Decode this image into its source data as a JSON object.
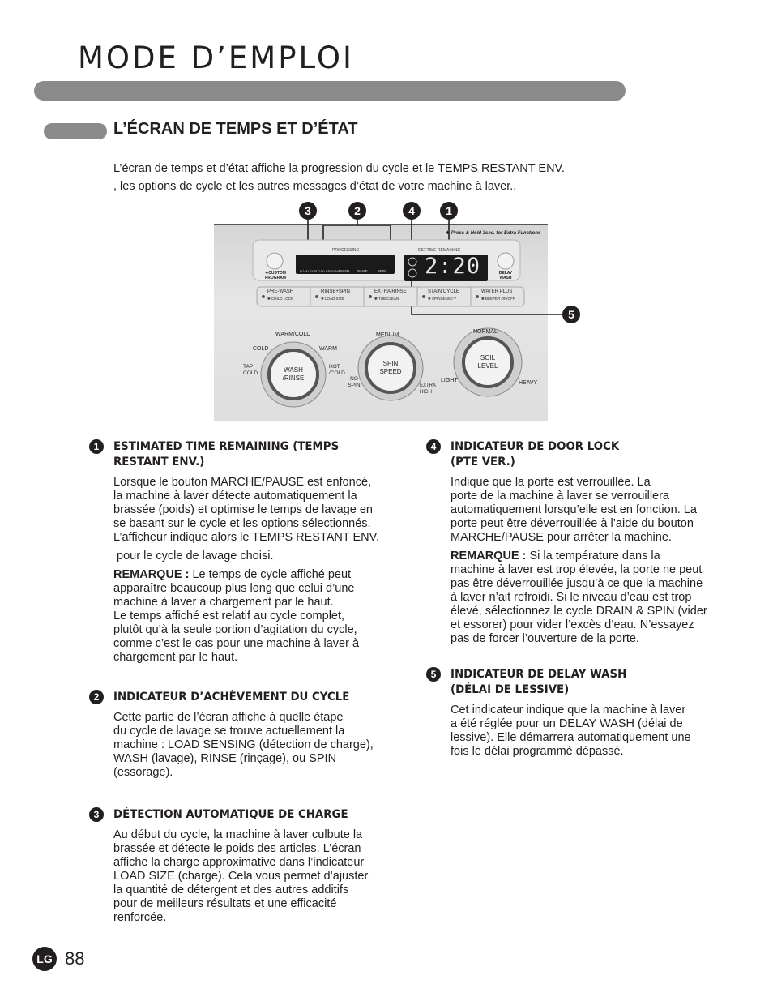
{
  "header": {
    "title": "MODE D’EMPLOI"
  },
  "section": {
    "title": "L’ÉCRAN DE TEMPS ET D’ÉTAT",
    "intro_lines": [
      "L’écran de temps et d’état affiche la progression du cycle et le TEMPS RESTANT ENV.",
      ", les options de cycle et les autres messages d’état de votre machine à laver.."
    ]
  },
  "panel": {
    "callouts": [
      "3",
      "2",
      "4",
      "1",
      "5"
    ],
    "press_hold": "✱ Press & Hold 3sec. for Extra Functions",
    "processing": "PROCESSING",
    "est_time": "EST.TIME REMAINING",
    "display_time": "2:20",
    "custom_program": "✱CUSTOM PROGRAM",
    "delay_wash": "DELAY WASH",
    "stages": [
      "LOAD SIZE",
      "LOAD SENSING",
      "WASH",
      "RINSE",
      "SPIN"
    ],
    "options": [
      {
        "label": "PRE-WASH",
        "sub": "✱ CHILD LOCK"
      },
      {
        "label": "RINSE+SPIN",
        "sub": "✱ LOAD SIZE"
      },
      {
        "label": "EXTRA RINSE",
        "sub": "✱ TUB CLEAN"
      },
      {
        "label": "STAIN CYCLE",
        "sub": "✱ SPINSENSE™"
      },
      {
        "label": "WATER PLUS",
        "sub": "✱ BEEPER ON/OFF"
      }
    ],
    "knob_wash": {
      "center": "WASH /RINSE",
      "labels": [
        "WARM/COLD",
        "COLD",
        "WARM",
        "TAP COLD",
        "HOT /COLD"
      ]
    },
    "knob_spin": {
      "center": "SPIN SPEED",
      "labels": [
        "MEDIUM",
        "NO SPIN",
        "EXTRA HIGH"
      ]
    },
    "knob_soil": {
      "center": "SOIL LEVEL",
      "labels": [
        "NORMAL",
        "LIGHT",
        "HEAVY"
      ]
    }
  },
  "items": [
    {
      "num": "1",
      "title_lines": [
        "ESTIMATED TIME REMAINING (TEMPS",
        "RESTANT ENV.)"
      ],
      "p1": [
        "Lorsque le bouton MARCHE/PAUSE est enfoncé,",
        "la machine à laver détecte automatiquement la",
        "brassée (poids) et optimise le temps de lavage en",
        "se basant sur le cycle et les options sélectionnés.",
        "L’afficheur indique alors le TEMPS RESTANT ENV."
      ],
      "p2": " pour le cycle de lavage choisi.",
      "note_label": "REMARQUE :",
      "note_first": " Le temps de cycle affiché peut",
      "note_rest": [
        "apparaître beaucoup plus long que celui d’une",
        "machine à laver à chargement par le haut.",
        "Le temps affiché est relatif au cycle complet,",
        "plutôt qu’à la seule portion d’agitation du cycle,",
        "comme c’est le cas pour une machine à laver à",
        "chargement par le haut."
      ]
    },
    {
      "num": "2",
      "title_lines": [
        "INDICATEUR D’ACHÈVEMENT DU CYCLE"
      ],
      "p1": [
        "Cette partie de l’écran affiche à quelle étape",
        "du cycle de lavage se trouve actuellement la",
        "machine : LOAD SENSING (détection de charge),",
        "WASH (lavage), RINSE (rinçage), ou SPIN",
        "(essorage)."
      ]
    },
    {
      "num": "3",
      "title_lines": [
        "DÉTECTION AUTOMATIQUE DE CHARGE"
      ],
      "p1": [
        "Au début du cycle, la machine à laver culbute la",
        "brassée et détecte le poids des articles. L’écran",
        "affiche la charge approximative dans l’indicateur",
        "LOAD SIZE (charge). Cela vous permet d’ajuster",
        "la quantité de détergent et des autres additifs",
        "pour de meilleurs résultats et une efficacité",
        "renforcée."
      ]
    },
    {
      "num": "4",
      "title_lines": [
        "INDICATEUR DE DOOR LOCK",
        "(PTE VER.)"
      ],
      "p1": [
        "Indique que la porte est verrouillée. La",
        "porte de la machine à laver se verrouillera",
        "automatiquement lorsqu’elle est en fonction. La",
        "porte peut être déverrouillée à l’aide du bouton",
        "MARCHE/PAUSE pour arrêter la machine."
      ],
      "note_label": "REMARQUE :",
      "note_first": " Si la température dans la",
      "note_rest": [
        "machine à laver est trop élevée, la porte ne peut",
        "pas être déverrouillée jusqu’à ce que la machine",
        "à laver n’ait refroidi. Si le niveau d’eau est trop",
        "élevé, sélectionnez le cycle DRAIN & SPIN (vider",
        "et essorer) pour vider l’excès d’eau. N’essayez",
        "pas de forcer l’ouverture de la porte."
      ]
    },
    {
      "num": "5",
      "title_lines": [
        "INDICATEUR DE DELAY WASH",
        "(DÉLAI DE LESSIVE)"
      ],
      "p1": [
        "Cet indicateur indique que la machine à laver",
        "a été réglée pour un DELAY WASH (délai de",
        "lessive). Elle démarrera automatiquement une",
        "fois le délai programmé dépassé."
      ]
    }
  ],
  "footer": {
    "page_number": "88",
    "logo": "LG"
  }
}
